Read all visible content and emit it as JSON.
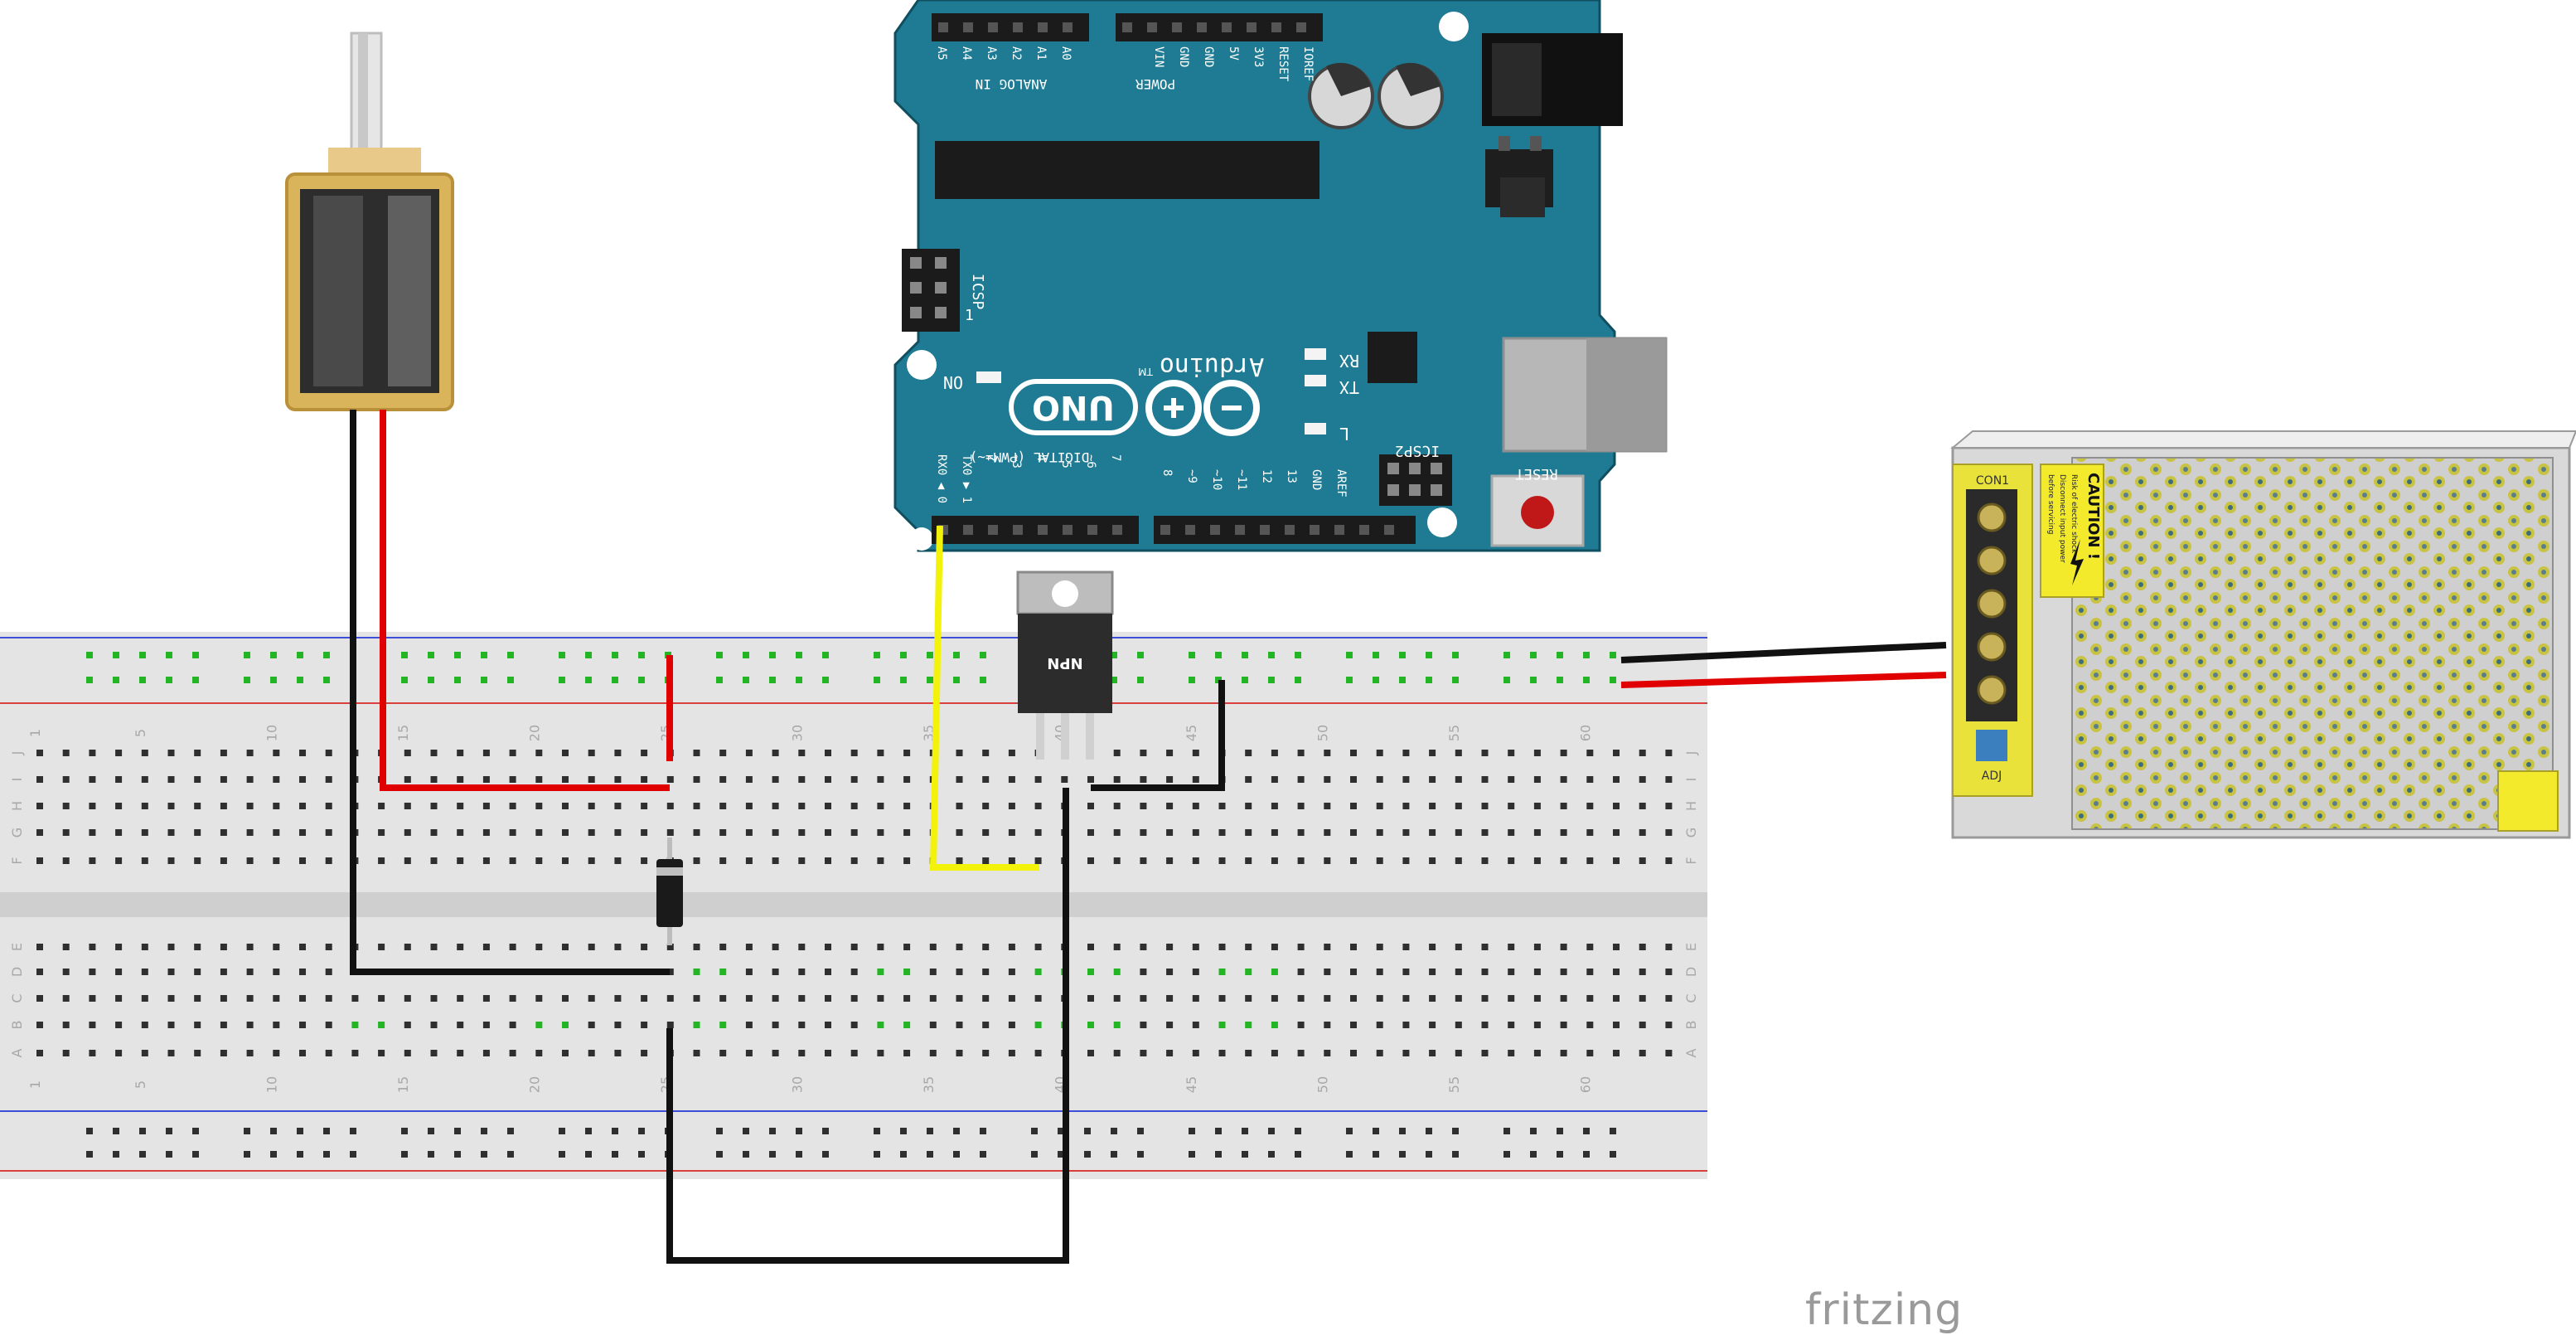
{
  "brand": {
    "text": "fritzing"
  },
  "arduino": {
    "brand": "Arduino",
    "model": "UNO",
    "tm": "TM",
    "on_label": "ON",
    "icsp_label": "ICSP",
    "icsp_pin1": "1",
    "icsp2_label": "ICSP2",
    "rx_label": "RX",
    "tx_label": "TX",
    "l_label": "L",
    "reset_label": "RESET",
    "analog_in": "ANALOG IN",
    "power": "POWER",
    "digital": "DIGITAL (PWM=~)",
    "analog_pins": [
      "A5",
      "A4",
      "A3",
      "A2",
      "A1",
      "A0"
    ],
    "power_pins": [
      "VIN",
      "GND",
      "GND",
      "5V",
      "3V3",
      "RESET",
      "IOREF"
    ],
    "digital_pins_left": [
      "RX0 ◀ 0",
      "TX0 ▶ 1",
      "2",
      "~3",
      "4",
      "~5",
      "~6",
      "7"
    ],
    "digital_pins_right": [
      "8",
      "~9",
      "~10",
      "~11",
      "12",
      "13",
      "GND",
      "AREF"
    ]
  },
  "transistor": {
    "label": "NPN"
  },
  "power_supply": {
    "caution": "CAUTION !",
    "warning_lines": [
      "Risk of electric shock",
      "Disconnect input power",
      "before servicing"
    ],
    "con_label": "CON1",
    "adj_label": "ADJ"
  },
  "breadboard": {
    "row_letters_top": [
      "J",
      "I",
      "H",
      "G",
      "F"
    ],
    "row_letters_bottom": [
      "E",
      "D",
      "C",
      "B",
      "A"
    ],
    "column_numbers": [
      "1",
      "5",
      "10",
      "15",
      "20",
      "25",
      "30",
      "35",
      "40",
      "45",
      "50",
      "55",
      "60"
    ]
  },
  "colors": {
    "arduino_teal": "#1f7b93",
    "arduino_light": "#2e8ea6",
    "wire_red": "#e00000",
    "wire_black": "#111111",
    "wire_yellow": "#f2f20a",
    "breadboard": "#e4e4e4",
    "power_rail_red": "#d9403d",
    "power_rail_blue": "#3d4fd9",
    "hole_green": "#23b523",
    "solenoid_gold": "#d9b45a",
    "psu_yellow": "#e9e23a"
  }
}
